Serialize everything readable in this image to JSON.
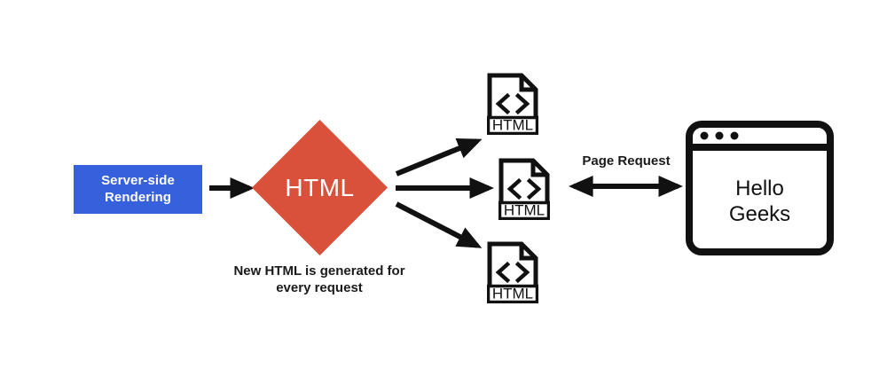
{
  "diagram": {
    "title": "Server-side Rendering flow",
    "colors": {
      "blue_box": "#3761dc",
      "diamond_red": "#d9503b",
      "stroke": "#111111",
      "background": "#ffffff"
    },
    "ssr_box": {
      "line1": "Server-side",
      "line2": "Rendering"
    },
    "diamond": {
      "label": "HTML",
      "caption_line1": "New HTML is generated for",
      "caption_line2": "every request"
    },
    "file_icons": [
      {
        "label": "HTML",
        "glyph": "< >"
      },
      {
        "label": "HTML",
        "glyph": "< >"
      },
      {
        "label": "HTML",
        "glyph": "< >"
      }
    ],
    "page_request": {
      "label": "Page Request"
    },
    "browser": {
      "dots": 3,
      "line1": "Hello",
      "line2": "Geeks"
    }
  }
}
